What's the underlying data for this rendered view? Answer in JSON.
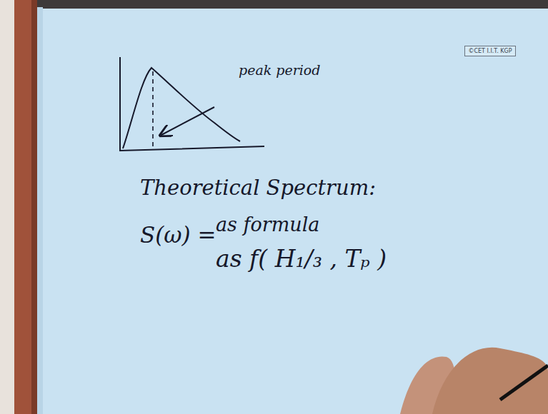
{
  "diagram": {
    "nodes": [
      {
        "text": [
          "©CET I.I.T. KGP"
        ]
      }
    ],
    "labels": [
      "peak period",
      "Theoretical Spectrum:",
      "S(ω) =",
      "as formula",
      "as f( H₁/₃ , Tₚ )"
    ]
  }
}
